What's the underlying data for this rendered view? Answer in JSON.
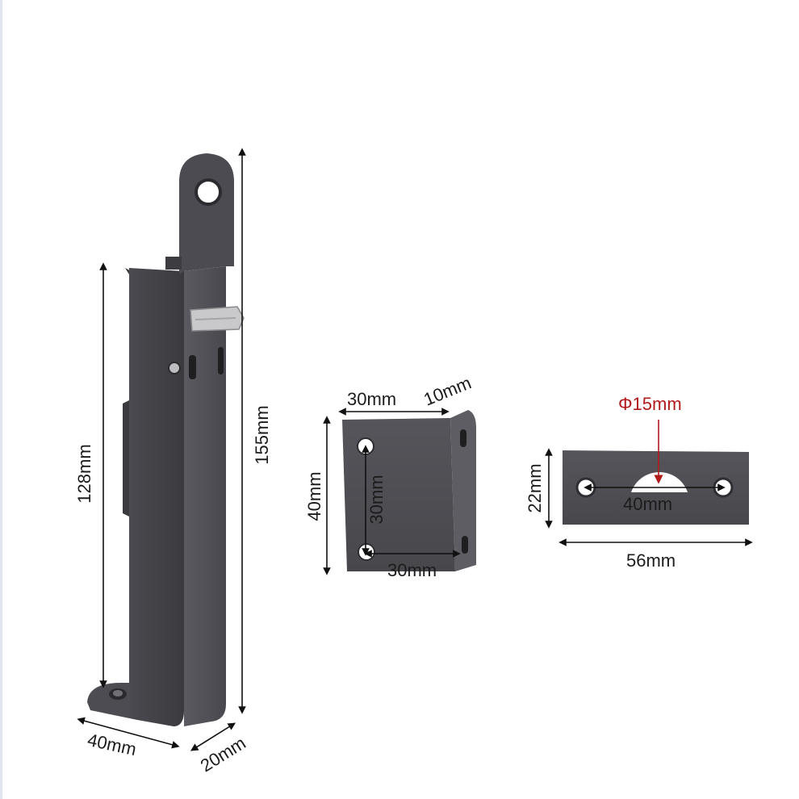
{
  "colors": {
    "metal_dark": "#3e3e43",
    "metal_mid": "#55555b",
    "metal_light": "#6a6a70",
    "hole_fill": "#ffffff",
    "dim_line": "#111111",
    "accent_red": "#b11b1b"
  },
  "bolt": {
    "width_label": "40mm",
    "depth_label": "20mm",
    "body_height_label": "128mm",
    "total_height_label": "155mm"
  },
  "angle_bracket": {
    "face_width_label": "30mm",
    "side_width_label": "10mm",
    "height_label": "40mm",
    "hole_spacing_vertical_label": "30mm",
    "hole_spacing_horizontal_label": "30mm"
  },
  "flat_plate": {
    "diameter_label": "Φ15mm",
    "hole_spacing_label": "40mm",
    "height_label": "22mm",
    "width_label": "56mm"
  }
}
